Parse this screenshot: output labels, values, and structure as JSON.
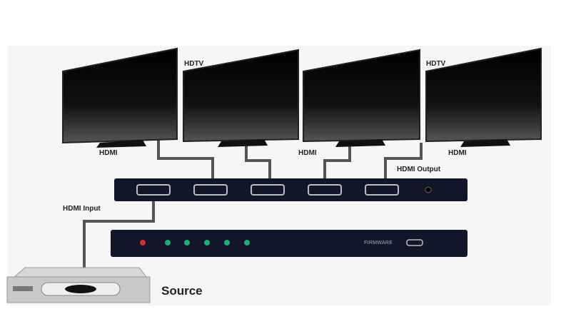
{
  "labels": {
    "hdtv_1": "HDTV",
    "hdtv_2": "HDTV",
    "hdmi_1": "HDMI",
    "hdmi_2": "HDMI",
    "hdmi_3": "HDMI",
    "hdmi_output": "HDMI Output",
    "hdmi_input": "HDMI Input",
    "source": "Source",
    "firmware": "FIRMWARE"
  },
  "colors": {
    "device": "#15152a",
    "cable": "#555555",
    "source_box": "#c8c8c8"
  }
}
